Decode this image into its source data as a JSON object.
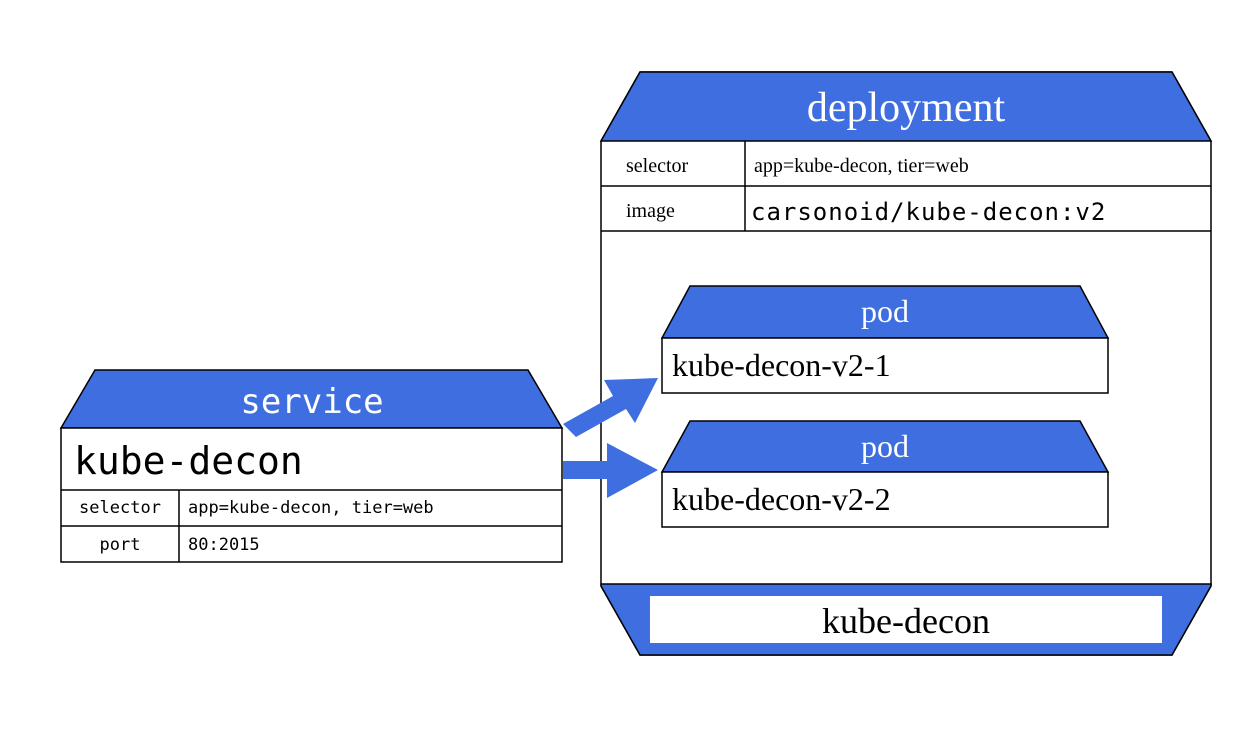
{
  "colors": {
    "accent": "#3f6ee0",
    "stroke": "#000000",
    "background": "#ffffff"
  },
  "deployment": {
    "title": "deployment",
    "selector_key": "selector",
    "selector_value": "app=kube-decon, tier=web",
    "image_key": "image",
    "image_value": "carsonoid/kube-decon:v2",
    "footer_label": "kube-decon",
    "pods": [
      {
        "header": "pod",
        "name": "kube-decon-v2-1"
      },
      {
        "header": "pod",
        "name": "kube-decon-v2-2"
      }
    ]
  },
  "service": {
    "title": "service",
    "name": "kube-decon",
    "selector_key": "selector",
    "selector_value": "app=kube-decon, tier=web",
    "port_key": "port",
    "port_value": "80:2015"
  }
}
